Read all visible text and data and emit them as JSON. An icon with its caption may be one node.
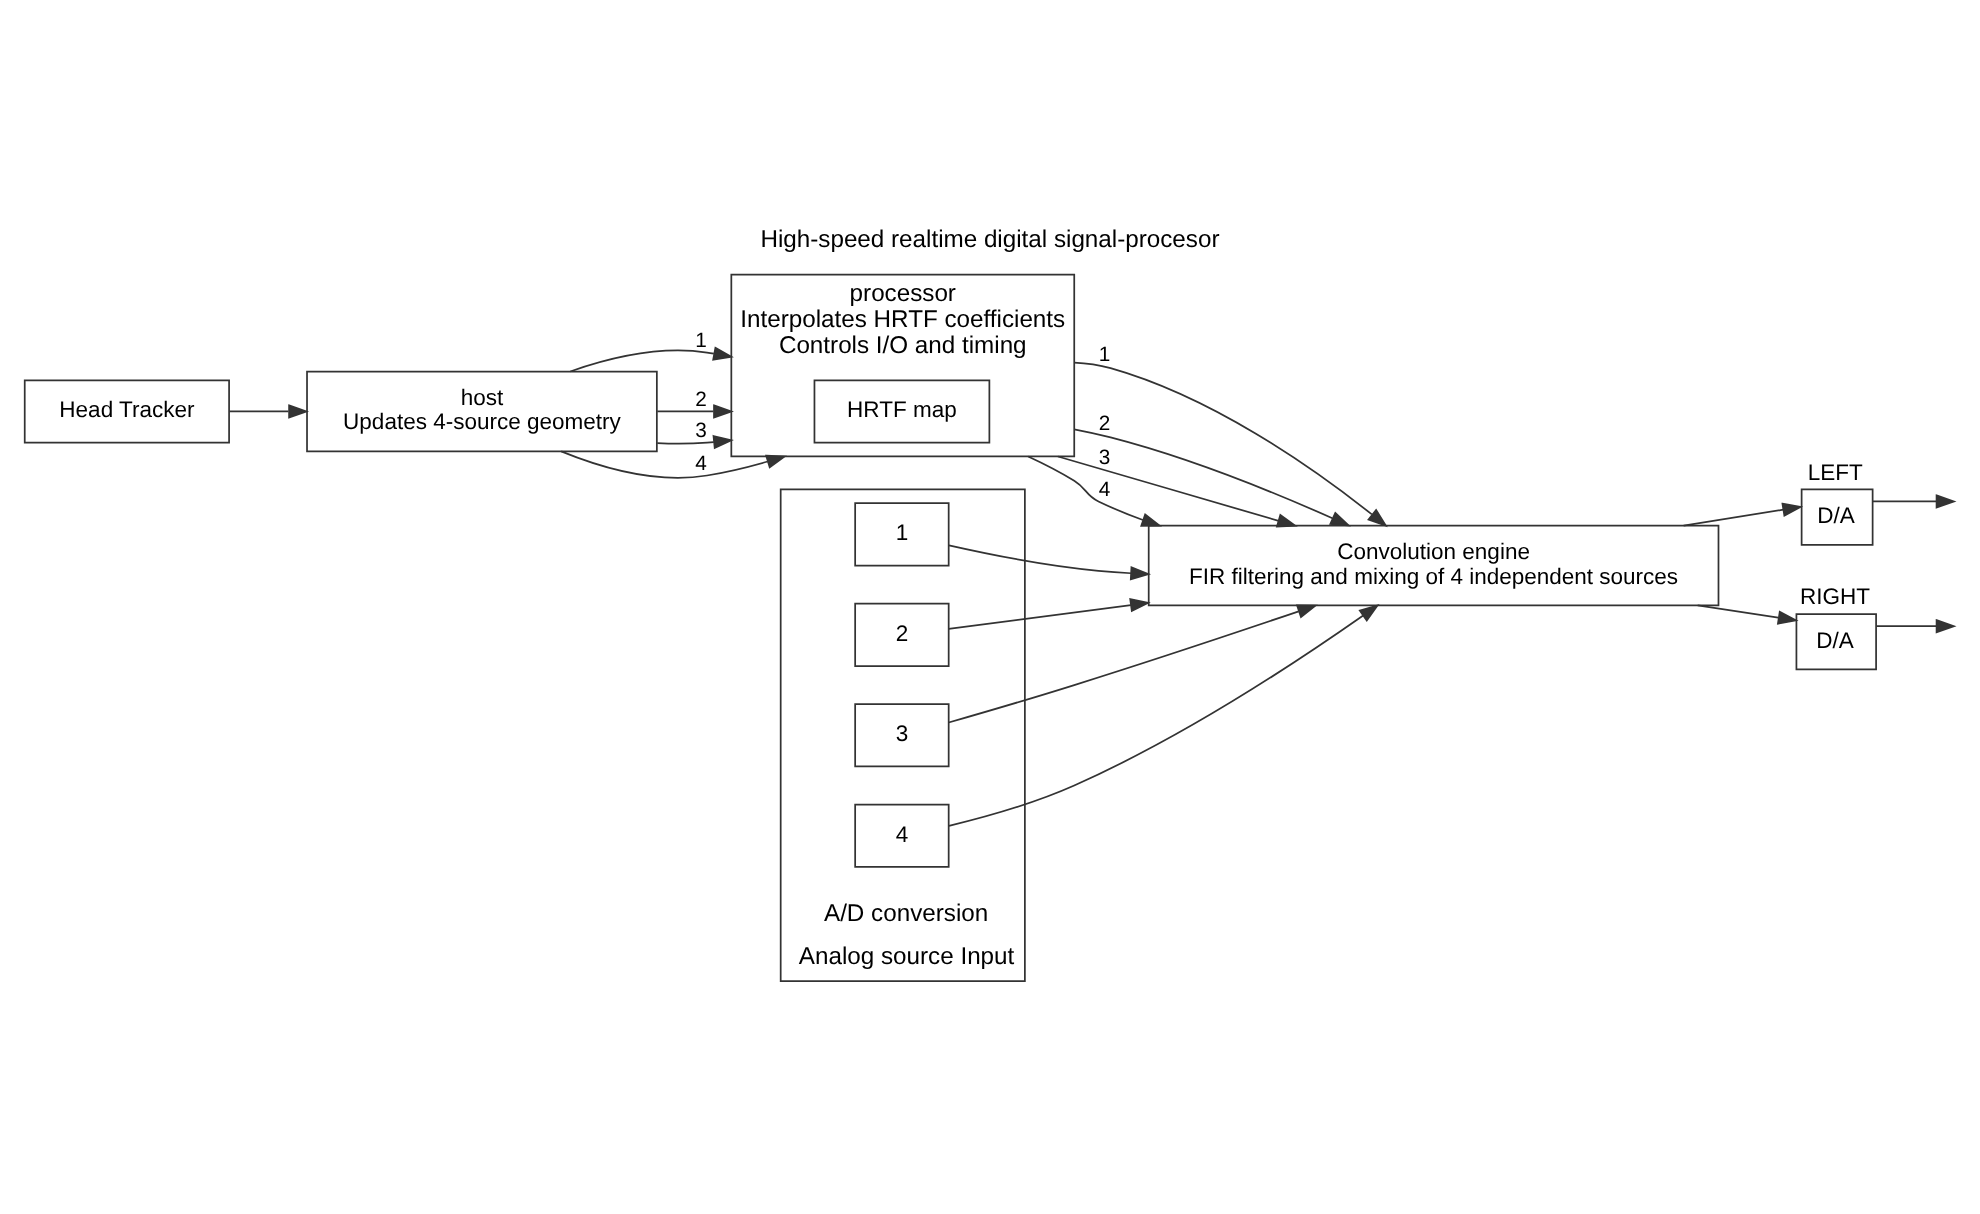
{
  "diagram": {
    "title": "High-speed realtime digital signal-procesor",
    "nodes": [
      {
        "text": [
          "Head Tracker"
        ]
      },
      {
        "text": [
          "host",
          "Updates 4-source geometry"
        ]
      },
      {
        "text": [
          "processor",
          "Interpolates HRTF coefficients",
          "Controls I/O and timing"
        ]
      },
      {
        "text": [
          "HRTF map"
        ],
        "in": 2
      },
      {
        "text": [
          "Convolution engine",
          "FIR filtering and mixing of 4 independent sources"
        ]
      },
      {
        "text": [
          "D/A"
        ],
        "beside": [
          "LEFT"
        ]
      },
      {
        "text": [
          "D/A"
        ],
        "beside": [
          "RIGHT"
        ]
      },
      {
        "text": [
          "A/D conversion"
        ],
        "beside": [
          "Analog source Input"
        ]
      },
      {
        "text": [
          "1"
        ],
        "in": 7
      },
      {
        "text": [
          "2"
        ],
        "in": 7
      },
      {
        "text": [
          "3"
        ],
        "in": 7
      },
      {
        "text": [
          "4"
        ],
        "in": 7
      }
    ],
    "edges": [
      {
        "from": 0,
        "to": 1,
        "arrow": "to"
      },
      {
        "from": 1,
        "to": 2,
        "arrow": "to",
        "label": "1"
      },
      {
        "from": 1,
        "to": 2,
        "arrow": "to",
        "label": "2"
      },
      {
        "from": 1,
        "to": 2,
        "arrow": "to",
        "label": "3"
      },
      {
        "from": 1,
        "to": 2,
        "arrow": "to",
        "label": "4"
      },
      {
        "from": 2,
        "to": 4,
        "arrow": "to",
        "label": "1"
      },
      {
        "from": 2,
        "to": 4,
        "arrow": "to",
        "label": "2"
      },
      {
        "from": 2,
        "to": 4,
        "arrow": "to",
        "label": "3"
      },
      {
        "from": 2,
        "to": 4,
        "arrow": "to",
        "label": "4"
      },
      {
        "from": 4,
        "to": 5,
        "arrow": "to"
      },
      {
        "from": 4,
        "to": 6,
        "arrow": "to"
      },
      {
        "from": 5,
        "to": null,
        "arrow": "to"
      },
      {
        "from": 6,
        "to": null,
        "arrow": "to"
      },
      {
        "from": 8,
        "to": 4,
        "arrow": "to"
      },
      {
        "from": 9,
        "to": 4,
        "arrow": "to"
      },
      {
        "from": 10,
        "to": 4,
        "arrow": "to"
      },
      {
        "from": 11,
        "to": 4,
        "arrow": "to"
      }
    ]
  }
}
